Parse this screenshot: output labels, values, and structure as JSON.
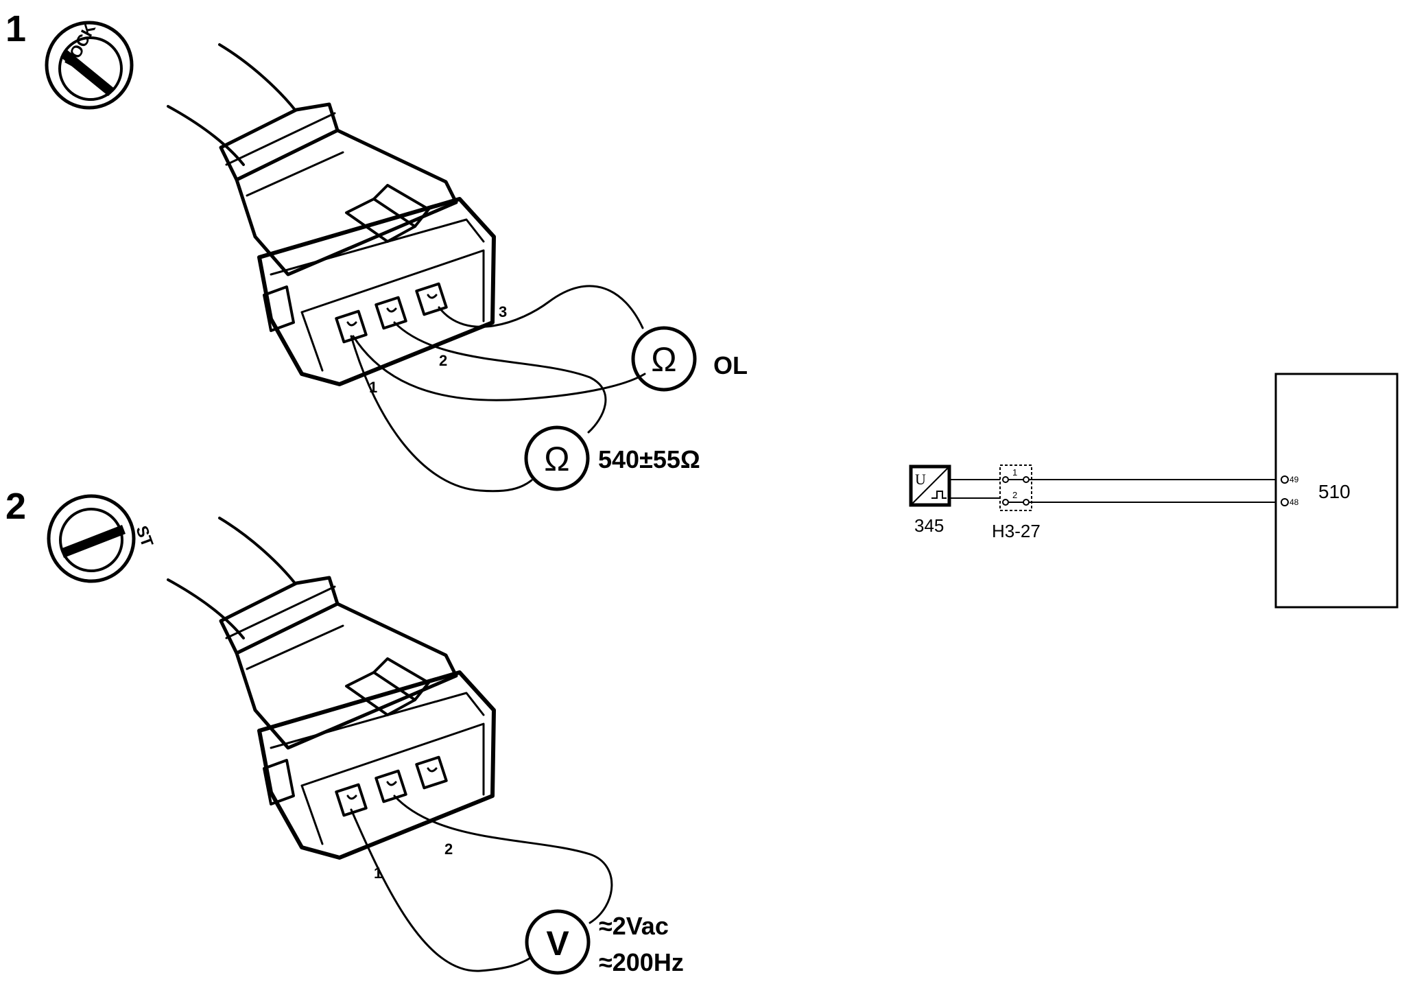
{
  "steps": [
    {
      "number": "1",
      "switch_label": "LOCK",
      "pins": [
        "1",
        "2",
        "3"
      ],
      "meters": [
        {
          "symbol": "Ω",
          "reading": "OL"
        },
        {
          "symbol": "Ω",
          "reading": "540±55Ω"
        }
      ]
    },
    {
      "number": "2",
      "switch_label": "ST",
      "pins": [
        "1",
        "2"
      ],
      "meters": [
        {
          "symbol": "V",
          "reading_line1": "≈2Vac",
          "reading_line2": "≈200Hz"
        }
      ]
    }
  ],
  "schematic": {
    "sensor": {
      "id": "345",
      "symbol_top": "U"
    },
    "connector": {
      "id": "H3-27",
      "pins": [
        "1",
        "2"
      ]
    },
    "ecu": {
      "id": "510",
      "pins": [
        "49",
        "48"
      ]
    }
  },
  "colors": {
    "ink": "#000000",
    "background": "#ffffff"
  }
}
